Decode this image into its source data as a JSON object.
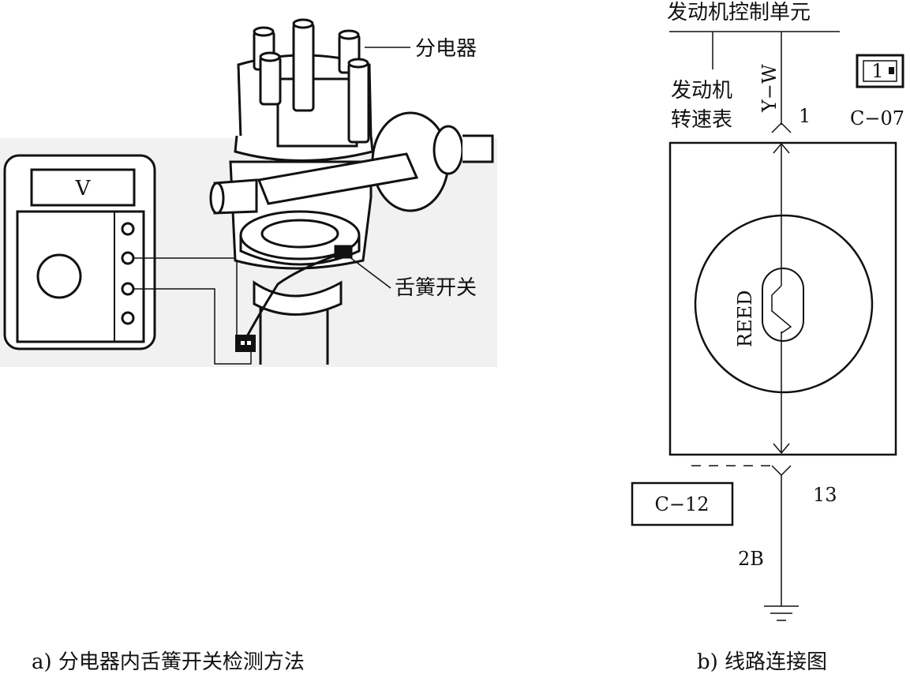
{
  "left_panel": {
    "meter_display": "V",
    "label_distributor": "分电器",
    "label_reed_switch": "舌簧开关",
    "caption": "a) 分电器内舌簧开关检测方法"
  },
  "right_panel": {
    "ecu_title": "发动机控制单元",
    "tach_label_line1": "发动机",
    "tach_label_line2": "转速表",
    "wire_top": "Y−W",
    "pin_top": "1",
    "connector_top_num": "1",
    "connector_top_code": "C−07",
    "reed_text": "REED",
    "pin_bottom": "13",
    "connector_bottom": "C−12",
    "wire_bottom": "2B",
    "caption": "b) 线路连接图"
  }
}
